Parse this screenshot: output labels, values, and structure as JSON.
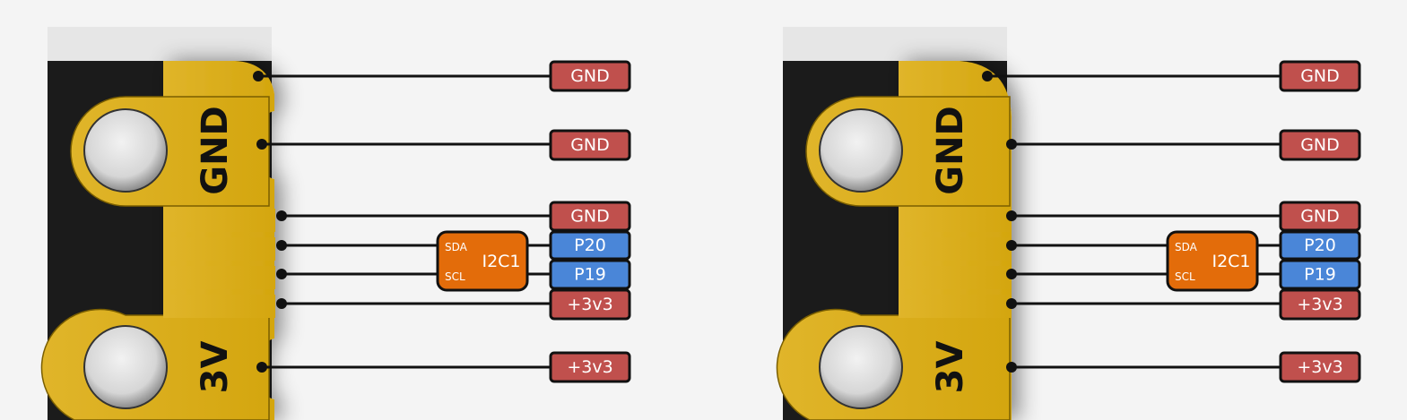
{
  "colors": {
    "gnd": "#c0504d",
    "gpio": "#4a86d8",
    "i2c": "#e36c0a",
    "gold": "#d9ad1f",
    "board": "#1b1b1b"
  },
  "panels": [
    {
      "name": "left",
      "edge": "notched",
      "pad_labels": [
        "GND",
        "3V"
      ],
      "pins": [
        "GND",
        "GND",
        "GND",
        "P20",
        "P19",
        "+3v3",
        "+3v3"
      ],
      "i2c": {
        "title": "I2C1",
        "sda": "SDA",
        "scl": "SCL"
      }
    },
    {
      "name": "right",
      "edge": "straight",
      "pad_labels": [
        "GND",
        "3V"
      ],
      "pins": [
        "GND",
        "GND",
        "GND",
        "P20",
        "P19",
        "+3v3",
        "+3v3"
      ],
      "i2c": {
        "title": "I2C1",
        "sda": "SDA",
        "scl": "SCL"
      }
    }
  ]
}
